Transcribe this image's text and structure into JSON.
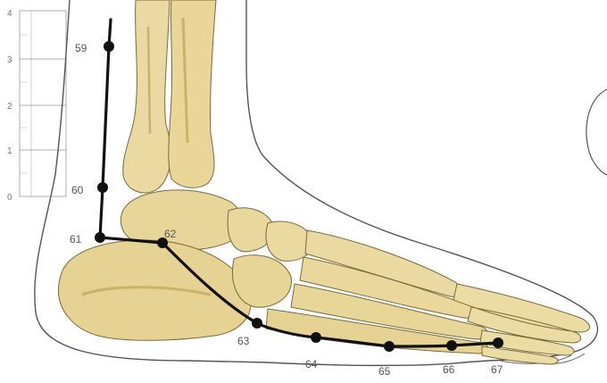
{
  "scale": {
    "ticks": [
      "4",
      "3",
      "2",
      "1",
      "0"
    ]
  },
  "points": [
    {
      "label": "59"
    },
    {
      "label": "60"
    },
    {
      "label": "61"
    },
    {
      "label": "62"
    },
    {
      "label": "63"
    },
    {
      "label": "64"
    },
    {
      "label": "65"
    },
    {
      "label": "66"
    },
    {
      "label": "67"
    }
  ],
  "colors": {
    "bone": "#ead9a0",
    "bone_shadow": "#c9b36a",
    "outline": "#555555",
    "meridian": "#111111",
    "scale": "#888888"
  }
}
